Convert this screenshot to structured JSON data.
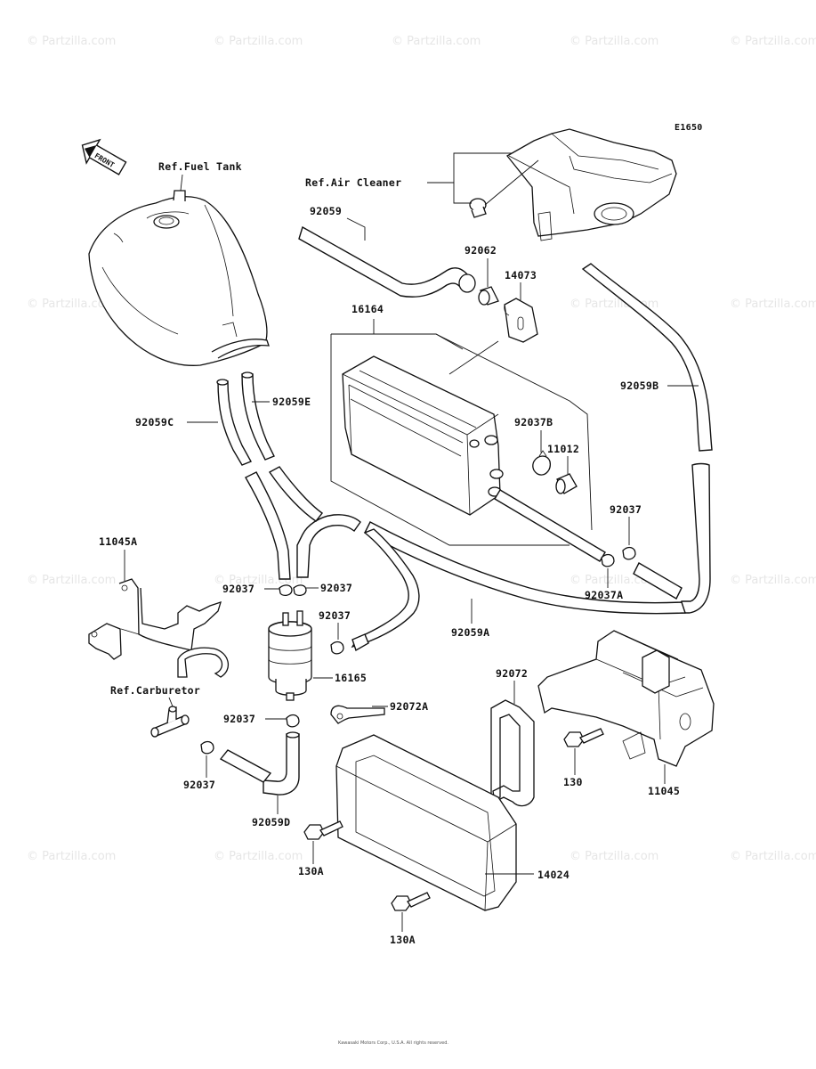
{
  "diagram_code": "E1650",
  "front_label": "FRONT",
  "watermark": "© Partzilla.com",
  "refs": {
    "fuel_tank": "Ref.Fuel Tank",
    "air_cleaner": "Ref.Air Cleaner",
    "carburetor": "Ref.Carburetor"
  },
  "parts": {
    "p92059": "92059",
    "p92062": "92062",
    "p14073": "14073",
    "p16164": "16164",
    "p92059B": "92059B",
    "p92059E": "92059E",
    "p92059C": "92059C",
    "p92037B": "92037B",
    "p11012": "11012",
    "p92037_right": "92037",
    "p11045A": "11045A",
    "p92037_a": "92037",
    "p92037_b": "92037",
    "p92037A": "92037A",
    "p92037_c": "92037",
    "p92059A": "92059A",
    "p16165": "16165",
    "p92072": "92072",
    "p92072A": "92072A",
    "p92037_d": "92037",
    "p92037_e": "92037",
    "p130": "130",
    "p11045": "11045",
    "p92059D": "92059D",
    "p130A_a": "130A",
    "p14024": "14024",
    "p130A_b": "130A"
  },
  "copyright": "Kawasaki Motors Corp., U.S.A. All rights reserved."
}
